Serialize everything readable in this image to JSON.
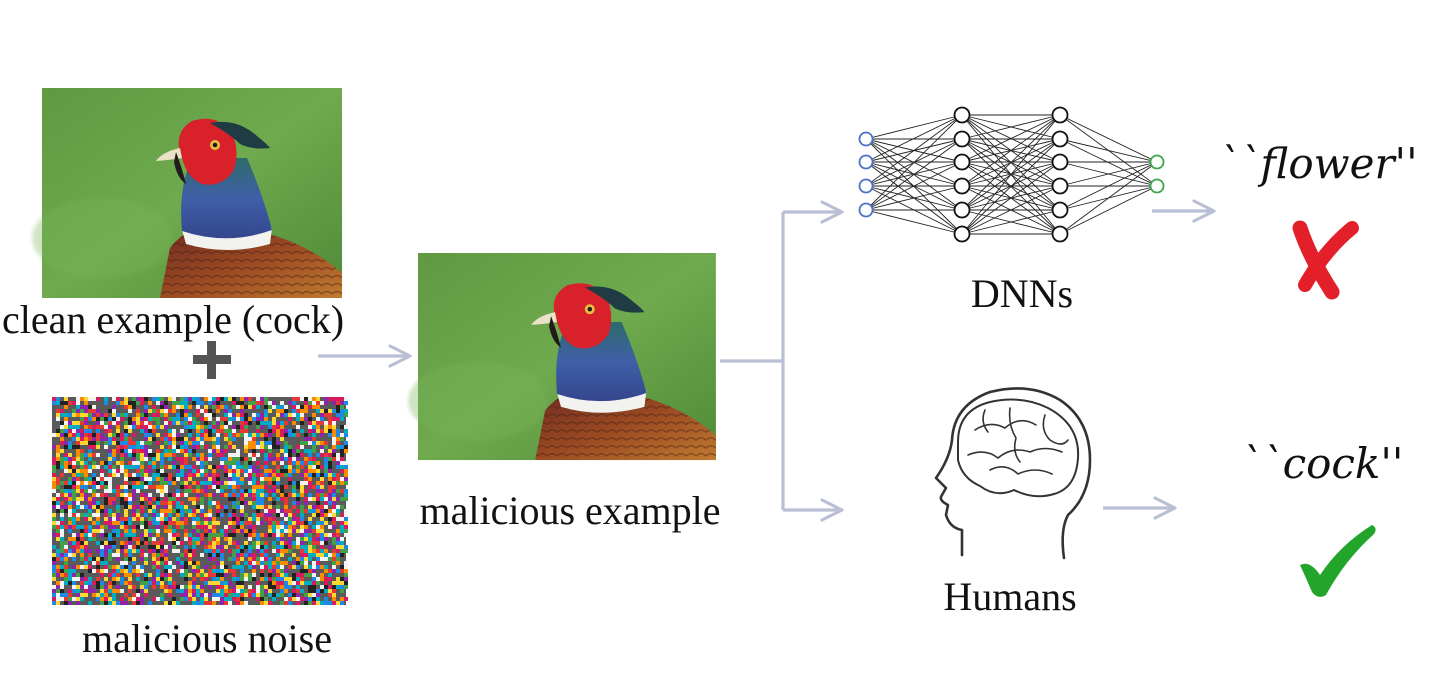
{
  "labels": {
    "clean": "clean example (cock)",
    "noise": "malicious noise",
    "malicious": "malicious example",
    "dnns": "DNNs",
    "humans": "Humans",
    "dnn_output": "``flower''",
    "human_output": "``cock''"
  },
  "colors": {
    "arrow": "#b9bfd4",
    "input_nodes": "#4a6fc6",
    "output_nodes": "#3aa64a",
    "wrong": "#e3202a",
    "right": "#22a52a"
  },
  "icons": {
    "plus": "plus-icon",
    "wrong": "cross-icon",
    "right": "check-icon",
    "human": "human-head-brain-icon",
    "network": "neural-network-icon"
  }
}
